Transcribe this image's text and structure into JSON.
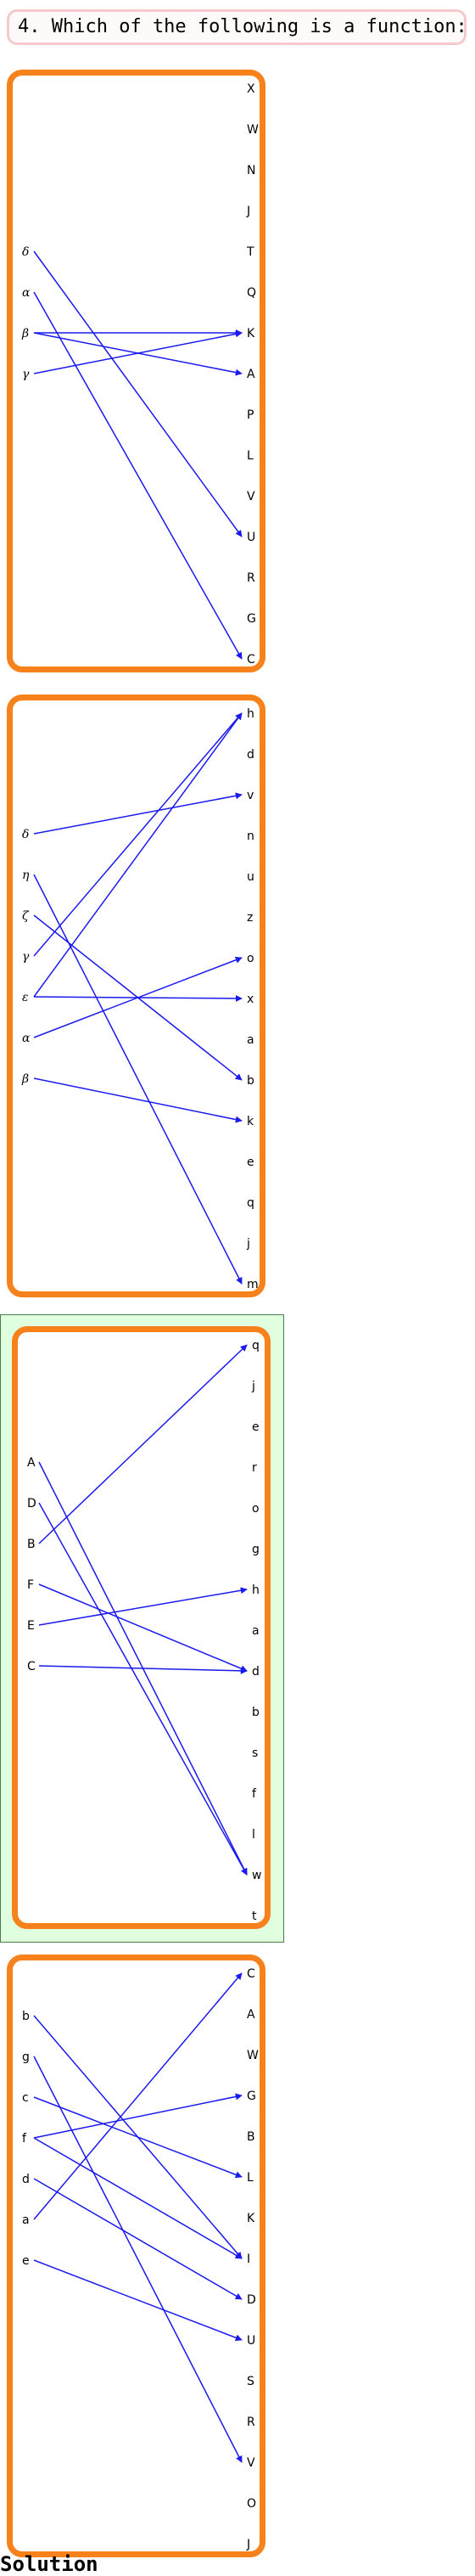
{
  "question": "4. Which of the following is a function:",
  "solution_label": "Solution",
  "colors": {
    "option_border": "#f7821b",
    "arrow": "#1a1aee",
    "correct_background": "#dfffdf"
  },
  "options": [
    {
      "correct": false,
      "domain_italic": true,
      "domain": [
        "δ",
        "α",
        "β",
        "γ"
      ],
      "codomain": [
        "X",
        "W",
        "N",
        "J",
        "T",
        "Q",
        "K",
        "A",
        "P",
        "L",
        "V",
        "U",
        "R",
        "G",
        "C"
      ],
      "mappings": [
        [
          "δ",
          "U"
        ],
        [
          "α",
          "C"
        ],
        [
          "β",
          "K"
        ],
        [
          "β",
          "A"
        ],
        [
          "γ",
          "K"
        ]
      ]
    },
    {
      "correct": false,
      "domain_italic": true,
      "domain": [
        "δ",
        "η",
        "ζ",
        "γ",
        "ε",
        "α",
        "β"
      ],
      "codomain": [
        "h",
        "d",
        "v",
        "n",
        "u",
        "z",
        "o",
        "x",
        "a",
        "b",
        "k",
        "e",
        "q",
        "j",
        "m"
      ],
      "mappings": [
        [
          "δ",
          "v"
        ],
        [
          "η",
          "m"
        ],
        [
          "ζ",
          "b"
        ],
        [
          "γ",
          "h"
        ],
        [
          "ε",
          "h"
        ],
        [
          "ε",
          "x"
        ],
        [
          "α",
          "o"
        ],
        [
          "β",
          "k"
        ]
      ]
    },
    {
      "correct": true,
      "domain_italic": false,
      "domain": [
        "A",
        "D",
        "B",
        "F",
        "E",
        "C"
      ],
      "codomain": [
        "q",
        "j",
        "e",
        "r",
        "o",
        "g",
        "h",
        "a",
        "d",
        "b",
        "s",
        "f",
        "l",
        "w",
        "t"
      ],
      "mappings": [
        [
          "A",
          "w"
        ],
        [
          "D",
          "w"
        ],
        [
          "B",
          "q"
        ],
        [
          "F",
          "d"
        ],
        [
          "E",
          "h"
        ],
        [
          "C",
          "d"
        ]
      ]
    },
    {
      "correct": false,
      "domain_italic": false,
      "domain": [
        "b",
        "g",
        "c",
        "f",
        "d",
        "a",
        "e"
      ],
      "codomain": [
        "C",
        "A",
        "W",
        "G",
        "B",
        "L",
        "K",
        "I",
        "D",
        "U",
        "S",
        "R",
        "V",
        "O",
        "J"
      ],
      "mappings": [
        [
          "b",
          "I"
        ],
        [
          "g",
          "V"
        ],
        [
          "c",
          "L"
        ],
        [
          "f",
          "G"
        ],
        [
          "f",
          "I"
        ],
        [
          "d",
          "D"
        ],
        [
          "a",
          "C"
        ],
        [
          "e",
          "U"
        ]
      ]
    }
  ]
}
